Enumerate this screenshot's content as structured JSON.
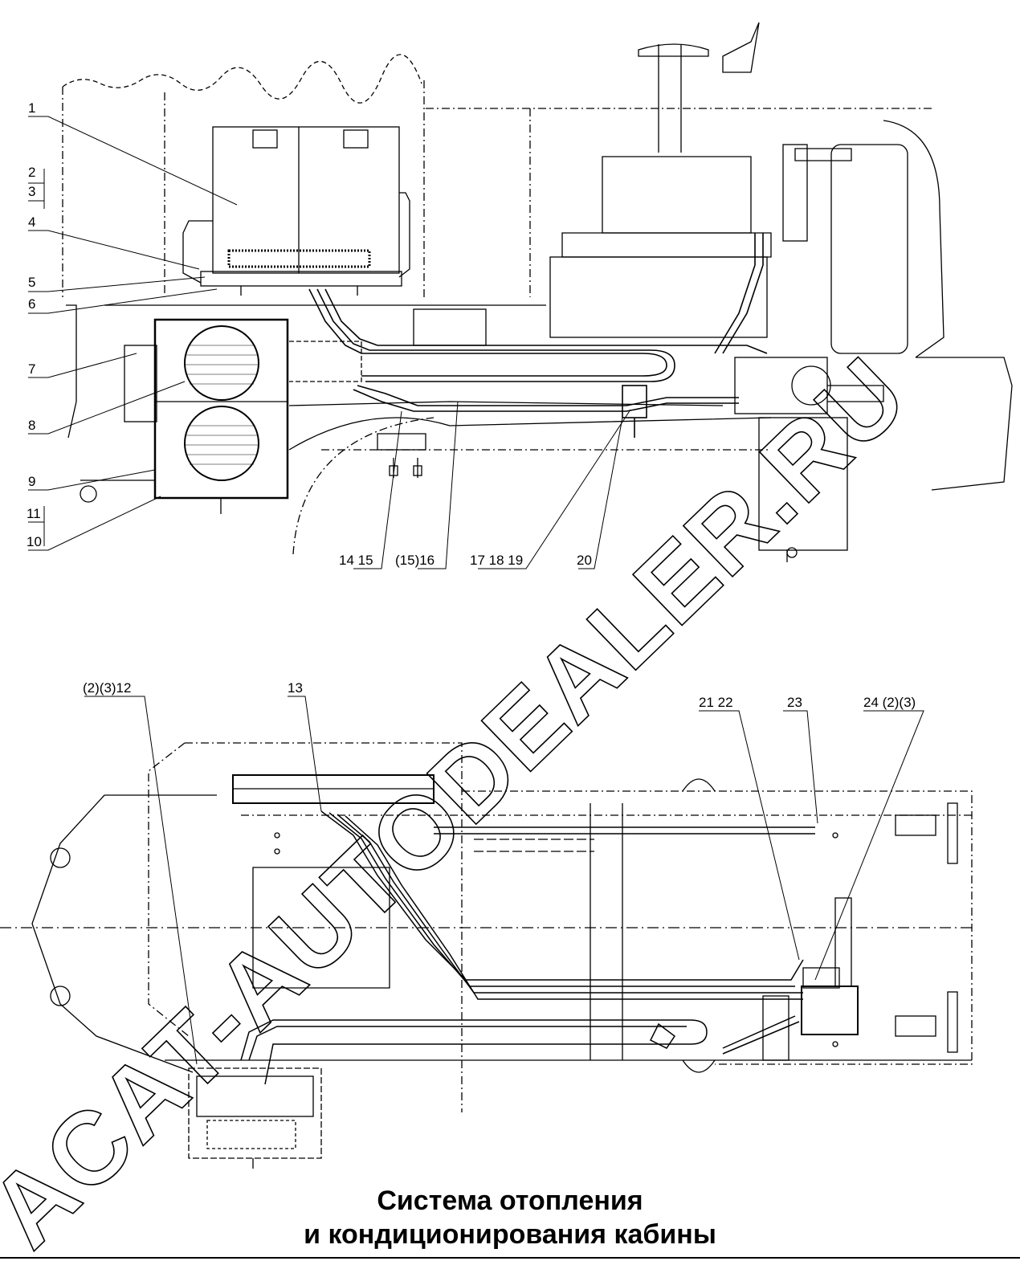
{
  "title": {
    "line1": "Система отопления",
    "line2": "и кондиционирования кабины"
  },
  "watermark": "ACAT-AUTODEALER.RU",
  "callouts_top": [
    {
      "id": "c1",
      "text": "1"
    },
    {
      "id": "c2",
      "text": "2"
    },
    {
      "id": "c3",
      "text": "3"
    },
    {
      "id": "c4",
      "text": "4"
    },
    {
      "id": "c5",
      "text": "5"
    },
    {
      "id": "c6",
      "text": "6"
    },
    {
      "id": "c7",
      "text": "7"
    },
    {
      "id": "c8",
      "text": "8"
    },
    {
      "id": "c9",
      "text": "9"
    },
    {
      "id": "c11",
      "text": "11"
    },
    {
      "id": "c10",
      "text": "10"
    },
    {
      "id": "c14",
      "text": "14 15"
    },
    {
      "id": "c16",
      "text": "(15)16"
    },
    {
      "id": "c17",
      "text": "17 18 19"
    },
    {
      "id": "c20",
      "text": "20"
    }
  ],
  "callouts_bottom": [
    {
      "id": "b12",
      "text": "(2)(3)12"
    },
    {
      "id": "b13",
      "text": "13"
    },
    {
      "id": "b21",
      "text": "21 22"
    },
    {
      "id": "b23",
      "text": "23"
    },
    {
      "id": "b24",
      "text": "24 (2)(3)"
    }
  ]
}
